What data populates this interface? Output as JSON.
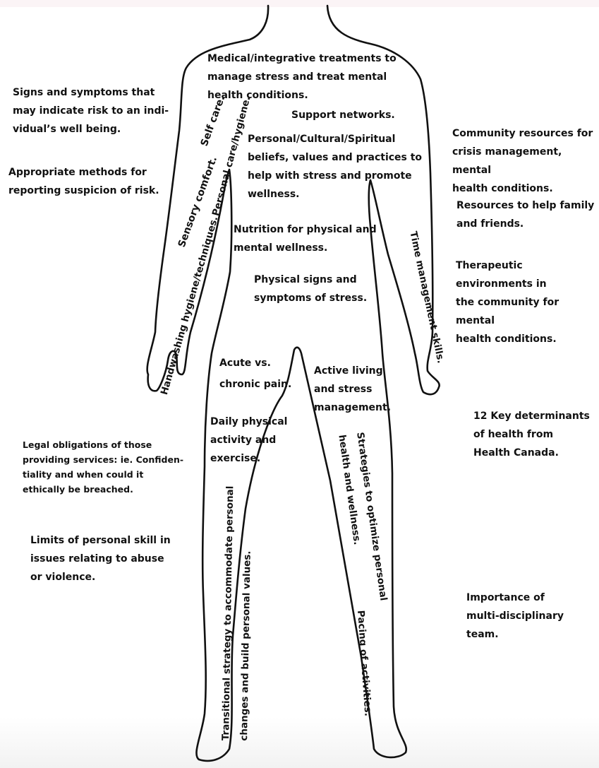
{
  "labels": {
    "medical": "Medical/integrative treatments to\nmanage stress and treat mental\nhealth conditions.",
    "support": "Support networks.",
    "beliefs": "Personal/Cultural/Spiritual\nbeliefs, values and practices to\nhelp with stress and promote\nwellness.",
    "nutrition": "Nutrition for physical and\nmental wellness.",
    "physical_signs": "Physical signs and\nsymptoms of stress.",
    "acute": "Acute vs.\nchronic pain.",
    "active_living": "Active living\nand stress\nmanagement.",
    "daily_activity": "Daily physical\nactivity and\nexercise.",
    "signs_symptoms": "Signs and symptoms that\nmay indicate risk to an indi-\nvidual’s well being.",
    "reporting": "Appropriate methods for\nreporting suspicion of risk.",
    "legal": "Legal obligations of those\nproviding services: ie. Confiden-\ntiality and when could it\nethically be breached.",
    "limits": "Limits of personal skill in\nissues relating to abuse\nor violence.",
    "community": "Community resources for\ncrisis management, mental\nhealth conditions.",
    "family": "Resources to help family\nand friends.",
    "therapeutic": "Therapeutic environments in\nthe community for mental\nhealth conditions.",
    "determinants": "12 Key determinants\nof health from\nHealth Canada.",
    "team": "Importance of\nmulti-disciplinary\nteam.",
    "self_care": "Self care.",
    "personal_care": "Personal care/hygiene.",
    "sensory": "Sensory comfort.",
    "handwashing": "Handwashing hygiene/techniques.",
    "time_mgmt": "Time management skills.",
    "strategies": "Strategies to optimize personal\nhealth and wellness.",
    "transitional": "Transitional strategy to accommodate personal\nchanges and build personal values.",
    "pacing": "Pacing of activities."
  }
}
